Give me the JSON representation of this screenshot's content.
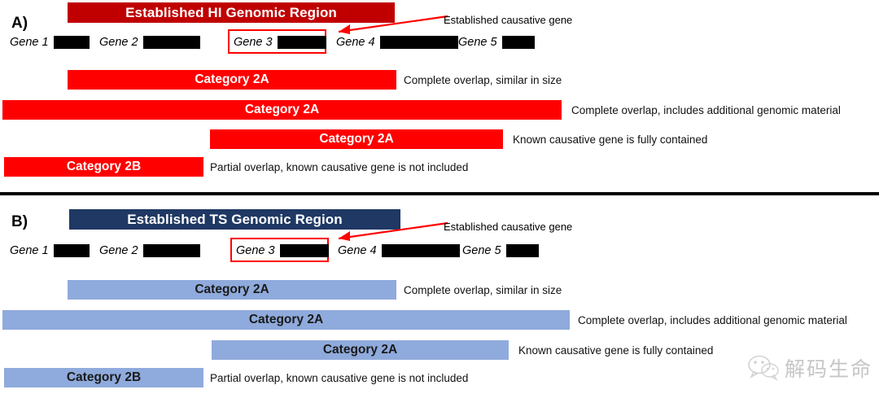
{
  "figure": {
    "background": "#ffffff",
    "colors": {
      "hi_region": "#C00000",
      "ts_region": "#1F3864",
      "category_red": "#FF0000",
      "category_blue": "#8FAADC",
      "gene_block": "#000000",
      "highlight_outline": "#FF0000",
      "divider": "#000000"
    }
  },
  "panels": [
    {
      "id": "A",
      "letter": "A)",
      "region_header": {
        "label": "Established HI Genomic Region",
        "color": "#C00000"
      },
      "callout": {
        "label": "Established causative gene",
        "color": "#FF0000"
      },
      "genes": [
        {
          "label": "Gene 1",
          "highlighted": false
        },
        {
          "label": "Gene 2",
          "highlighted": false
        },
        {
          "label": "Gene 3",
          "highlighted": true
        },
        {
          "label": "Gene 4",
          "highlighted": false
        },
        {
          "label": "Gene 5",
          "highlighted": false
        }
      ],
      "rows": [
        {
          "category": "Category 2A",
          "description": "Complete overlap, similar in size"
        },
        {
          "category": "Category 2A",
          "description": "Complete overlap, includes additional genomic material"
        },
        {
          "category": "Category 2A",
          "description": "Known causative gene is fully contained"
        },
        {
          "category": "Category 2B",
          "description": "Partial overlap, known causative gene is not included"
        }
      ]
    },
    {
      "id": "B",
      "letter": "B)",
      "region_header": {
        "label": "Established TS Genomic Region",
        "color": "#1F3864"
      },
      "callout": {
        "label": "Established causative gene",
        "color": "#FF0000"
      },
      "genes": [
        {
          "label": "Gene 1",
          "highlighted": false
        },
        {
          "label": "Gene 2",
          "highlighted": false
        },
        {
          "label": "Gene 3",
          "highlighted": true
        },
        {
          "label": "Gene 4",
          "highlighted": false
        },
        {
          "label": "Gene 5",
          "highlighted": false
        }
      ],
      "rows": [
        {
          "category": "Category 2A",
          "description": "Complete overlap, similar in size"
        },
        {
          "category": "Category 2A",
          "description": "Complete overlap, includes additional genomic material"
        },
        {
          "category": "Category 2A",
          "description": "Known causative gene is fully contained"
        },
        {
          "category": "Category 2B",
          "description": "Partial overlap, known causative gene is not included"
        }
      ]
    }
  ],
  "watermark": {
    "text": "解码生命",
    "icon": "wechat-icon"
  }
}
